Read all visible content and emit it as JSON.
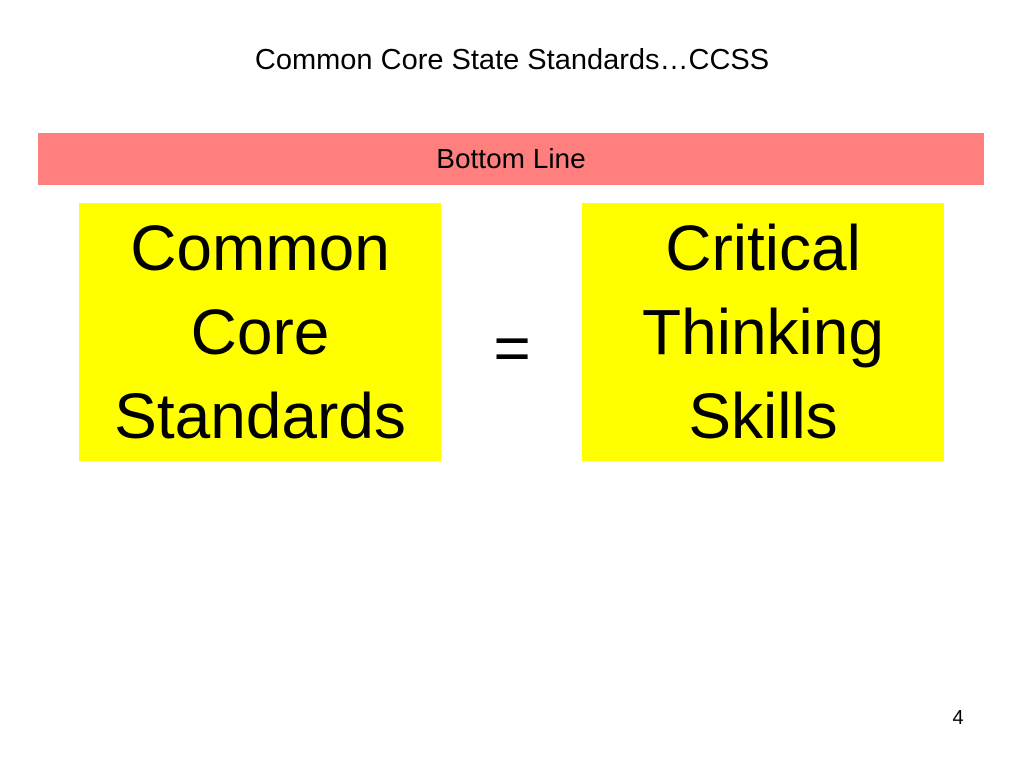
{
  "slide": {
    "title": "Common Core State Standards…CCSS",
    "banner": "Bottom Line",
    "left_box": {
      "lines": [
        "Common",
        "Core",
        "Standards"
      ]
    },
    "operator": "=",
    "right_box": {
      "lines": [
        "Critical",
        "Thinking",
        "Skills"
      ]
    },
    "page_number": "4"
  },
  "colors": {
    "background": "#ffffff",
    "banner_fill": "#ff7f7f",
    "box_fill": "#ffff00",
    "text": "#000000"
  }
}
